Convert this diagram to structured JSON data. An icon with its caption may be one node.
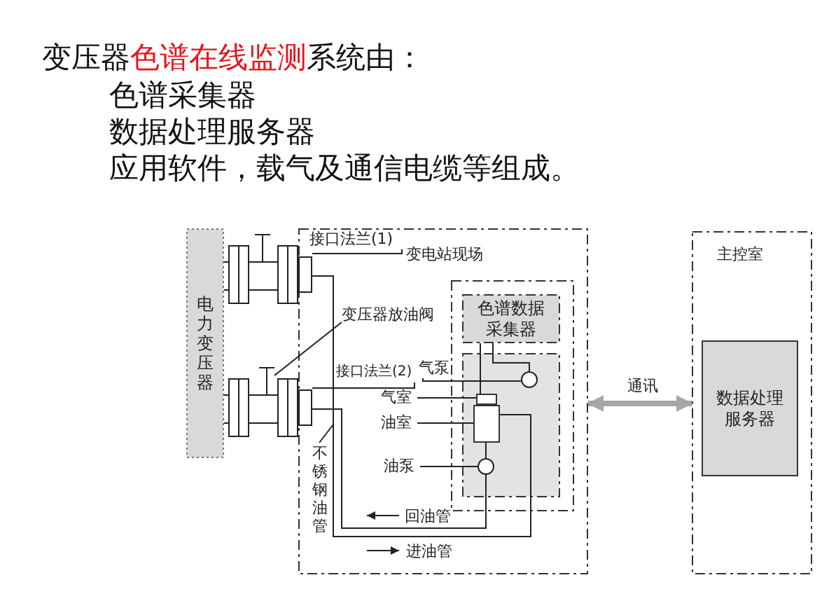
{
  "diagram": {
    "nodes": [
      {
        "text": [
          "电力变压器"
        ]
      },
      {
        "text": [
          "变电站现场"
        ]
      },
      {
        "text": [
          "主控室"
        ]
      },
      {
        "text": [
          "数据处理服务器"
        ],
        "in": 2
      },
      {
        "text": [],
        "shape": "box",
        "in": 1
      },
      {
        "text": [
          "色谱数据采集器"
        ],
        "in": 4
      },
      {
        "text": [],
        "shape": "box",
        "in": 4
      },
      {
        "text": [
          "气泵"
        ],
        "in": 1
      },
      {
        "text": [
          "气室"
        ],
        "in": 1
      },
      {
        "text": [
          "油室"
        ],
        "in": 1
      },
      {
        "text": [
          "油泵"
        ],
        "in": 1
      },
      {
        "text": [],
        "shape": "circle",
        "in": 6
      },
      {
        "text": [],
        "shape": "box",
        "in": 6
      },
      {
        "text": [],
        "shape": "box",
        "in": 6
      },
      {
        "text": [],
        "shape": "circle",
        "in": 6
      },
      {
        "text": [
          "接口法兰(1)"
        ],
        "in": 1
      },
      {
        "text": [
          "接口法兰(2)"
        ],
        "in": 1
      },
      {
        "text": [
          "变压器放油阀"
        ],
        "in": 1
      },
      {
        "text": [
          "不锈钢油管"
        ],
        "in": 1
      },
      {
        "text": [],
        "shape": "box"
      },
      {
        "text": [],
        "shape": "box"
      },
      {
        "text": [],
        "shape": "valve"
      },
      {
        "text": [],
        "shape": "valve"
      }
    ],
    "edges": [
      {
        "from": 1,
        "to": 2,
        "arrow": "both",
        "label": "通讯",
        "style": "thick",
        "color": "#a6a6a6"
      },
      {
        "from": 0,
        "to": 19,
        "arrow": "none"
      },
      {
        "from": 0,
        "to": 20,
        "arrow": "none"
      },
      {
        "from": 5,
        "to": 12,
        "arrow": "none"
      },
      {
        "from": 5,
        "to": 11,
        "arrow": "none"
      },
      {
        "from": 13,
        "to": 14,
        "arrow": "none"
      },
      {
        "from": 19,
        "to": 13,
        "arrow": "none"
      },
      {
        "from": 14,
        "to": 20,
        "arrow": "none"
      },
      {
        "from": 7,
        "to": 11,
        "arrow": "none"
      },
      {
        "from": 8,
        "to": 12,
        "arrow": "none"
      },
      {
        "from": 9,
        "to": 13,
        "arrow": "none"
      },
      {
        "from": 10,
        "to": 14,
        "arrow": "none"
      },
      {
        "from": 15,
        "to": 19,
        "arrow": "none"
      },
      {
        "from": 16,
        "to": 20,
        "arrow": "none"
      },
      {
        "from": 17,
        "to": 22,
        "arrow": "none"
      },
      {
        "from": 18,
        "to": null,
        "arrow": "none"
      }
    ],
    "labels": [
      "变压器",
      "色谱在线监测",
      "系统由：",
      "色谱采集器",
      "数据处理服务器",
      "应用软件，载气及通信电缆等组成。",
      "回油管",
      "进油管"
    ]
  }
}
